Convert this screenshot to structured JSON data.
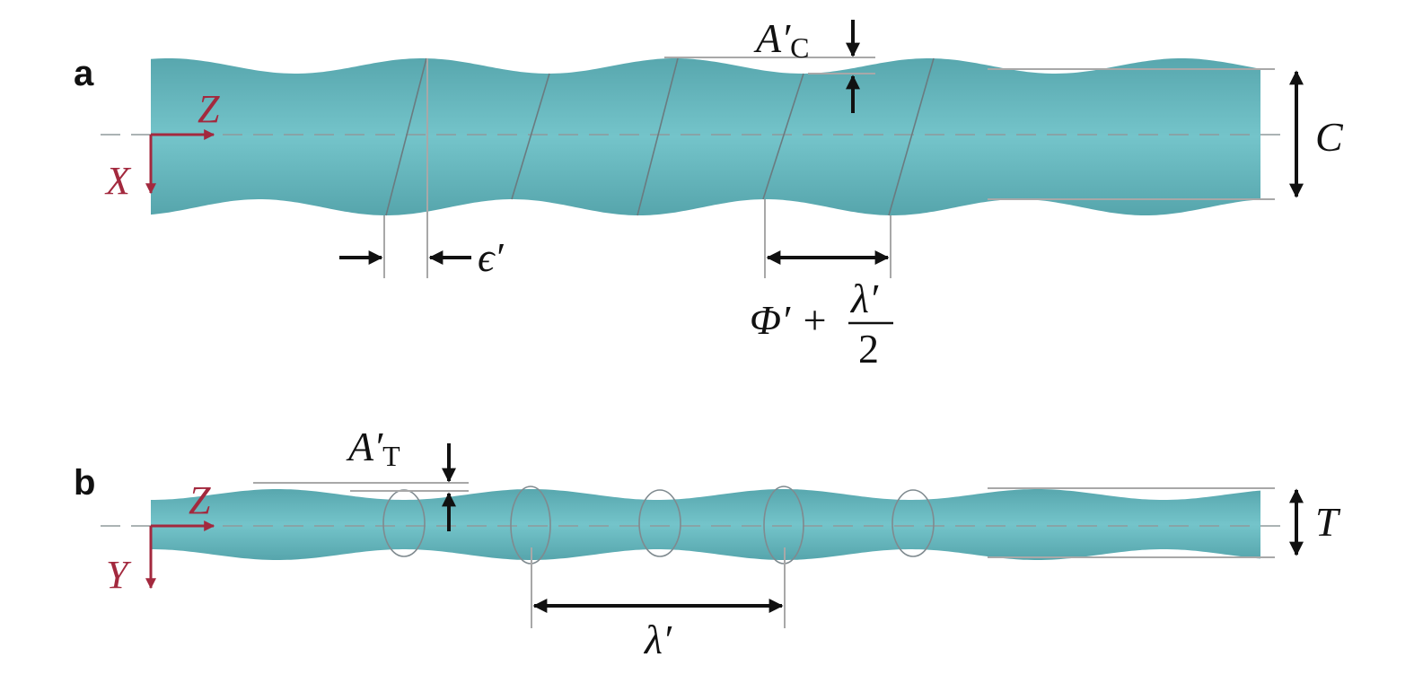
{
  "panels": {
    "a": {
      "label": "a",
      "axis_h": "Z",
      "axis_v": "X",
      "width_label": "C",
      "amp_label_main": "A′",
      "amp_label_sub": "C",
      "offset_label": "ϵ′",
      "phase_label": "Φ′ +",
      "frac_num": "λ′",
      "frac_den": "2"
    },
    "b": {
      "label": "b",
      "axis_h": "Z",
      "axis_v": "Y",
      "width_label": "T",
      "amp_label_main": "A′",
      "amp_label_sub": "T",
      "wavelength_label": "λ′"
    }
  },
  "colors": {
    "fiber": "#5fb4bb",
    "axis": "#a3293e",
    "arrow": "#111111"
  }
}
